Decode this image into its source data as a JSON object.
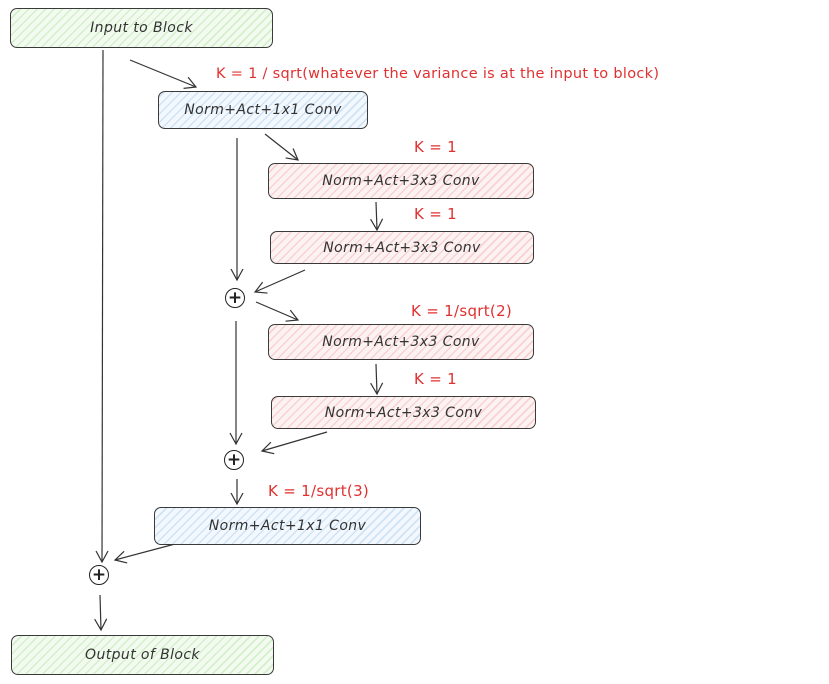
{
  "nodes": {
    "input": "Input to Block",
    "conv1x1_top": "Norm+Act+1x1 Conv",
    "conv3x3_a1": "Norm+Act+3x3 Conv",
    "conv3x3_a2": "Norm+Act+3x3 Conv",
    "conv3x3_b1": "Norm+Act+3x3 Conv",
    "conv3x3_b2": "Norm+Act+3x3 Conv",
    "conv1x1_bottom": "Norm+Act+1x1 Conv",
    "output": "Output of Block"
  },
  "labels": {
    "k_top": "K = 1 / sqrt(whatever the variance is at the input to block)",
    "k_a1": "K = 1",
    "k_a2": "K = 1",
    "k_b1": "K = 1/sqrt(2)",
    "k_b2": "K = 1",
    "k_bottom": "K = 1/sqrt(3)"
  },
  "sum_symbol": "+",
  "colors": {
    "green_fill": "#d3f0cb",
    "blue_fill": "#cfe3f5",
    "red_fill": "#f8d2d2",
    "label": "#e03131",
    "stroke": "#3a3a3a"
  }
}
